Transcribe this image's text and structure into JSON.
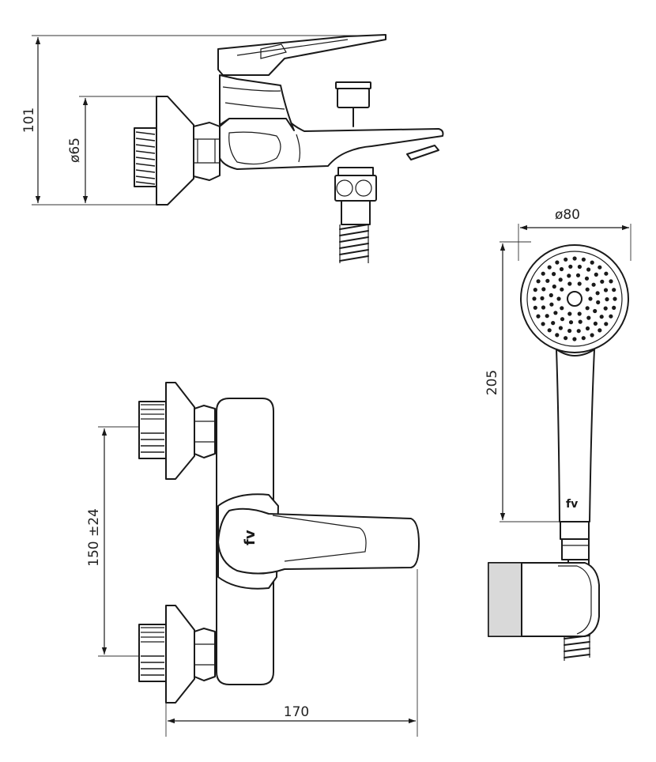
{
  "dimensions": {
    "height_total": "101",
    "flange_diameter": "ø65",
    "handshower_diameter": "ø80",
    "handshower_length": "205",
    "inlet_spacing": "150 ±24",
    "body_width": "170"
  },
  "logo_text": "fv"
}
